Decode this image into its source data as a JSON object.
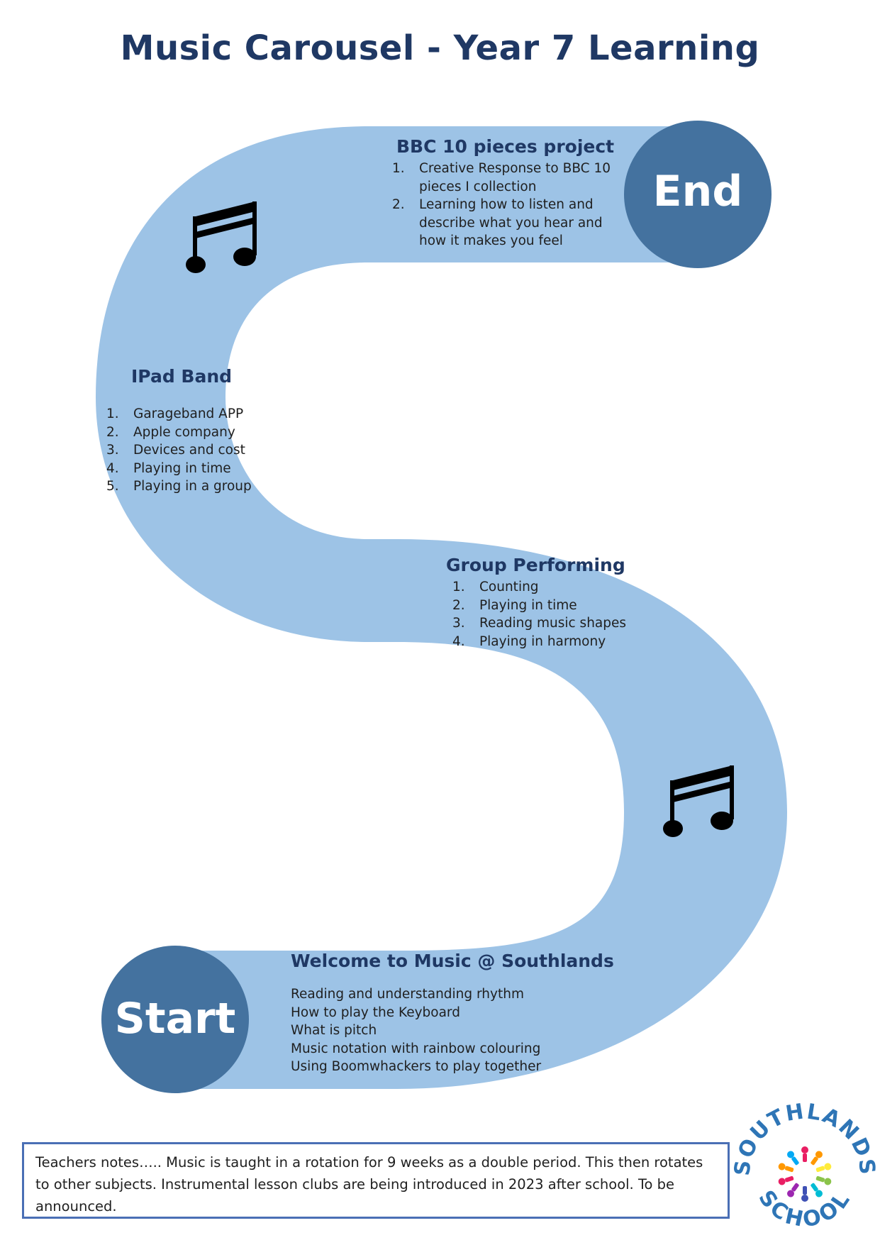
{
  "title": "Music Carousel - Year 7 Learning",
  "colors": {
    "road": "#9dc3e6",
    "circle": "#44729f",
    "heading": "#1f3864",
    "notes_border": "#4a6fb5"
  },
  "end_label": "End",
  "start_label": "Start",
  "bbc": {
    "heading": "BBC 10 pieces project",
    "items": [
      {
        "num": "1.",
        "text": "Creative Response to BBC 10 pieces I collection"
      },
      {
        "num": "2.",
        "text": "Learning how to listen and describe what you hear and how it makes you feel"
      }
    ]
  },
  "ipad": {
    "heading": "IPad Band",
    "items": [
      {
        "num": "1.",
        "text": "Garageband APP"
      },
      {
        "num": "2.",
        "text": "Apple company"
      },
      {
        "num": "3.",
        "text": "Devices and cost"
      },
      {
        "num": "4.",
        "text": "Playing in time"
      },
      {
        "num": "5.",
        "text": "Playing in a group"
      }
    ]
  },
  "group": {
    "heading": "Group Performing",
    "items": [
      {
        "num": "1.",
        "text": "Counting"
      },
      {
        "num": "2.",
        "text": "Playing in time"
      },
      {
        "num": "3.",
        "text": "Reading music shapes"
      },
      {
        "num": "4.",
        "text": "Playing in harmony"
      }
    ]
  },
  "welcome": {
    "heading": "Welcome to Music @ Southlands",
    "items": [
      "Reading and understanding rhythm",
      "How to play the Keyboard",
      "What is pitch",
      "Music notation with rainbow colouring",
      "Using Boomwhackers to play together"
    ]
  },
  "notes": "Teachers notes….. Music is taught in a rotation for 9 weeks as a double period. This then rotates to other subjects. Instrumental lesson clubs are being introduced in 2023 after school. To be announced.",
  "logo_text": "SOUTHLANDS SCHOOL",
  "icons": [
    "music-note-icon",
    "music-note-icon"
  ]
}
